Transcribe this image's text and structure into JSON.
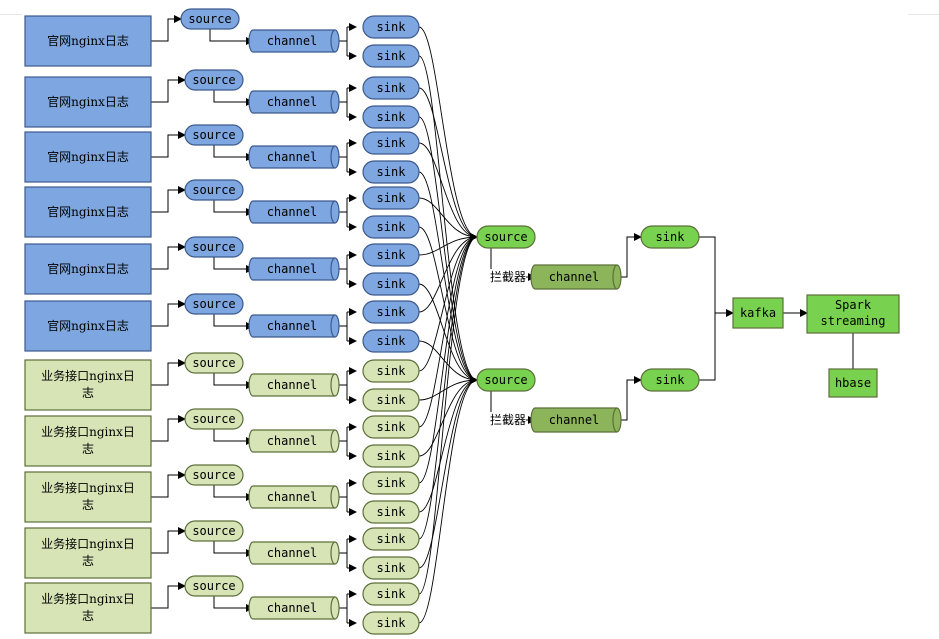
{
  "colors": {
    "blue_fill": "#7ea6e0",
    "blue_stroke": "#3d5a8c",
    "pale_fill": "#d6e4b6",
    "pale_stroke": "#5d6f3a",
    "bright_fill": "#78d250",
    "dark_fill": "#8cb45a",
    "line": "#000000"
  },
  "sources_official": [
    {
      "log_label": "官网nginx日志",
      "source": "source",
      "channel": "channel",
      "sinks": [
        "sink",
        "sink"
      ]
    },
    {
      "log_label": "官网nginx日志",
      "source": "source",
      "channel": "channel",
      "sinks": [
        "sink",
        "sink"
      ]
    },
    {
      "log_label": "官网nginx日志",
      "source": "source",
      "channel": "channel",
      "sinks": [
        "sink",
        "sink"
      ]
    },
    {
      "log_label": "官网nginx日志",
      "source": "source",
      "channel": "channel",
      "sinks": [
        "sink",
        "sink"
      ]
    },
    {
      "log_label": "官网nginx日志",
      "source": "source",
      "channel": "channel",
      "sinks": [
        "sink",
        "sink"
      ]
    },
    {
      "log_label": "官网nginx日志",
      "source": "source",
      "channel": "channel",
      "sinks": [
        "sink",
        "sink"
      ]
    }
  ],
  "sources_business": [
    {
      "log_label_lines": [
        "业务接口nginx日",
        "志"
      ],
      "source": "source",
      "channel": "channel",
      "sinks": [
        "sink",
        "sink"
      ]
    },
    {
      "log_label_lines": [
        "业务接口nginx日",
        "志"
      ],
      "source": "source",
      "channel": "channel",
      "sinks": [
        "sink",
        "sink"
      ]
    },
    {
      "log_label_lines": [
        "业务接口nginx日",
        "志"
      ],
      "source": "source",
      "channel": "channel",
      "sinks": [
        "sink",
        "sink"
      ]
    },
    {
      "log_label_lines": [
        "业务接口nginx日",
        "志"
      ],
      "source": "source",
      "channel": "channel",
      "sinks": [
        "sink",
        "sink"
      ]
    },
    {
      "log_label_lines": [
        "业务接口nginx日",
        "志"
      ],
      "source": "source",
      "channel": "channel",
      "sinks": [
        "sink",
        "sink"
      ]
    }
  ],
  "aggregators": [
    {
      "source": "source",
      "interceptor": "拦截器",
      "channel": "channel",
      "sink": "sink"
    },
    {
      "source": "source",
      "interceptor": "拦截器",
      "channel": "channel",
      "sink": "sink"
    }
  ],
  "kafka": "kafka",
  "spark_lines": [
    "Spark",
    "streaming"
  ],
  "hbase": "hbase"
}
